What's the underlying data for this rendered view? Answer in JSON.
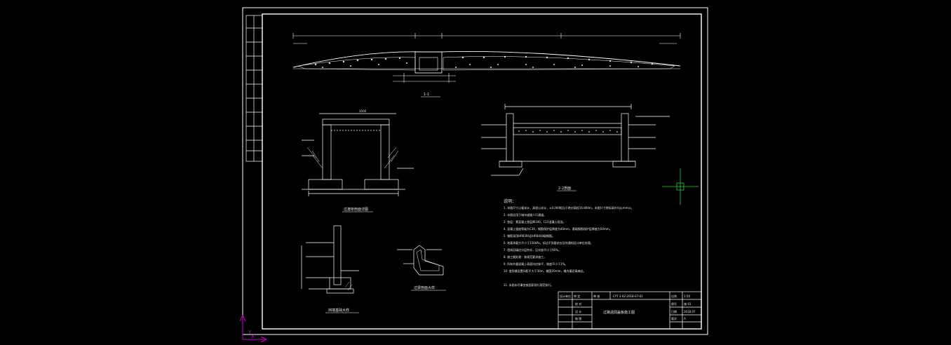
{
  "drawing": {
    "background": "#000000",
    "line_color": "#ffffff",
    "cursor_color": "#2ecc40",
    "ucs_color": "#c800c8",
    "sections": {
      "top_section_label": "1-1",
      "section_22_label": "2-2剖面",
      "detail_a_label": "过渡桥剖面详图",
      "detail_b_label": "过梁剖面大样",
      "detail_c_label": "挡墙基础大样"
    },
    "notes": {
      "heading": "说明：",
      "items": [
        "1. 本图尺寸以毫米计，高程以米计，±0.000相当于绝对高程16.800m，本图尺寸除标高外均以mm计。",
        "2. 本图适用于城市道路人行通道。",
        "3. 垫层：素混凝土垫层厚100，C15混凝土现浇。",
        "4. 混凝土强度等级为C30，钢筋保护层厚度为40mm，基础钢筋保护层厚度为50mm。",
        "5. 钢筋采用HPB300及HRB400级钢筋。",
        "6. 地基承载力不小于150kPa，如达不到要求应及时通知设计单位处理。",
        "7. 墙体回填应分层夯实，压实度不小于95%。",
        "8. 施工缝处理：按规范要求施工。",
        "9. 所有外露混凝土表面均应抹平，坡度不小于1%。",
        "10. 变形缝设置间距不大于30m，缝宽20mm，缝内填沥青麻丝。",
        "11. 本图未尽事宜按国家现行规范执行。"
      ]
    },
    "title_block": {
      "project_code": "CYT 3-02-2018-07-02",
      "drawing_title": "过路涵洞盖板施工图",
      "labels": [
        "设计单位",
        "审 定",
        "审 核",
        "校 对",
        "设 计",
        "制 图"
      ],
      "right_labels": [
        "比例",
        "图号",
        "日期",
        "版次"
      ],
      "right_values": [
        "1:50",
        "施-01",
        "2018.07",
        "A"
      ]
    },
    "ucs": {
      "x_label": "X",
      "y_label": "Y"
    }
  }
}
